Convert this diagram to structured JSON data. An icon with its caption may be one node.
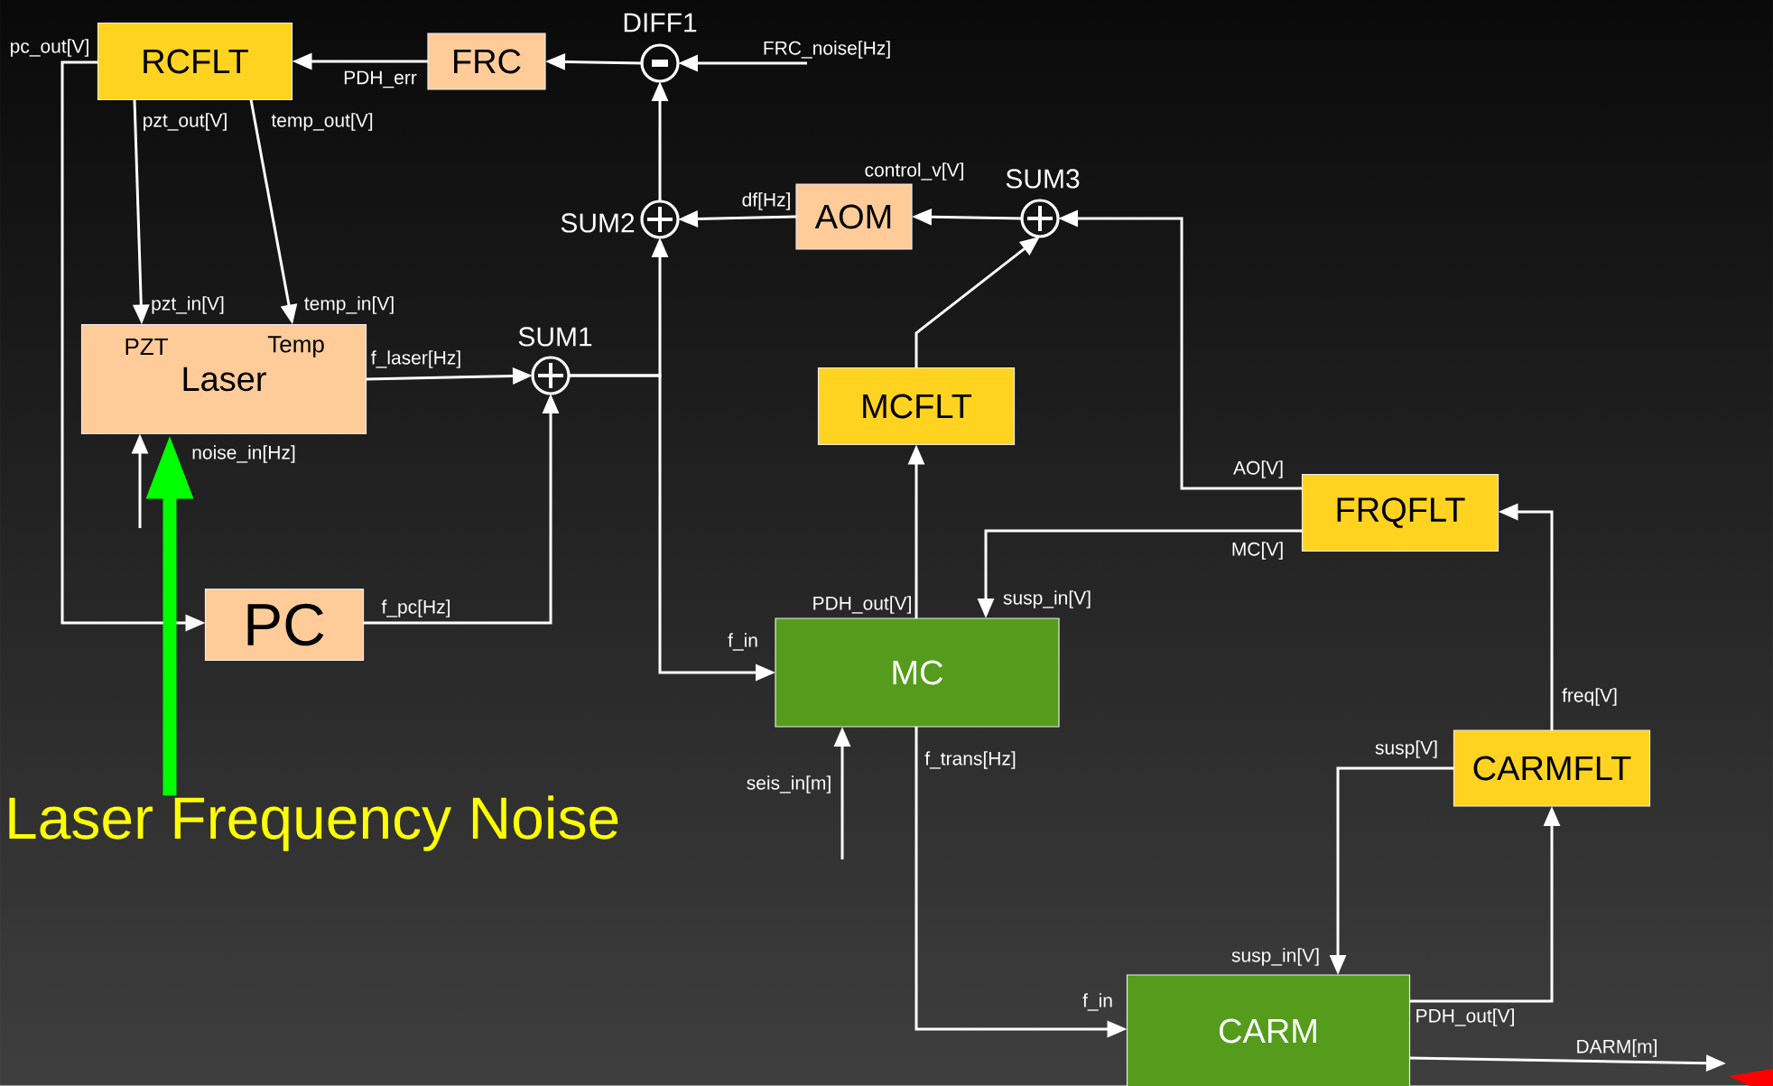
{
  "diagram": {
    "nodes": [
      {
        "text": [
          "RCFLT"
        ]
      },
      {
        "text": [
          "FRC"
        ]
      },
      {
        "text": [
          "DIFF1"
        ]
      },
      {
        "text": [
          "AOM"
        ]
      },
      {
        "text": [
          "SUM2"
        ]
      },
      {
        "text": [
          "SUM3"
        ]
      },
      {
        "text": [
          "PZT",
          "Temp",
          "Laser"
        ]
      },
      {
        "text": [
          "SUM1"
        ]
      },
      {
        "text": [
          "MCFLT"
        ]
      },
      {
        "text": [
          "FRQFLT"
        ]
      },
      {
        "text": [
          "PC"
        ]
      },
      {
        "text": [
          "MC"
        ]
      },
      {
        "text": [
          "CARMFLT"
        ]
      },
      {
        "text": [
          "CARM"
        ]
      },
      {
        "text": [
          "Laser Frequency Noise"
        ]
      }
    ],
    "edges": [
      {
        "from": 1,
        "to": 0,
        "arrow": "to",
        "label": "PDH_err"
      },
      {
        "from": 2,
        "to": 1,
        "arrow": "to"
      },
      {
        "from": null,
        "to": 2,
        "arrow": "to",
        "label": "FRC_noise[Hz]"
      },
      {
        "from": 4,
        "to": 2,
        "arrow": "to"
      },
      {
        "from": 3,
        "to": 4,
        "arrow": "to",
        "label": "df[Hz]"
      },
      {
        "from": 5,
        "to": 3,
        "arrow": "to",
        "label": "control_v[V]"
      },
      {
        "from": 8,
        "to": 5,
        "arrow": "to"
      },
      {
        "from": 9,
        "to": 5,
        "arrow": "to",
        "label": "AO[V]"
      },
      {
        "from": 9,
        "to": 11,
        "arrow": "to",
        "label": "MC[V]"
      },
      {
        "from": 0,
        "to": 6,
        "arrow": "to",
        "label": "pzt_out[V]"
      },
      {
        "from": 0,
        "to": 6,
        "arrow": "to",
        "label": "temp_out[V]"
      },
      {
        "from": 0,
        "to": 10,
        "arrow": "to",
        "label": "pc_out[V]"
      },
      {
        "from": 6,
        "to": 7,
        "arrow": "to",
        "label": "f_laser[Hz]"
      },
      {
        "from": null,
        "to": 6,
        "arrow": "to",
        "label": "noise_in[Hz]"
      },
      {
        "from": 14,
        "to": 6,
        "arrow": "to",
        "style": "thick",
        "color": "#00ff00"
      },
      {
        "from": 10,
        "to": 7,
        "arrow": "to",
        "label": "f_pc[Hz]"
      },
      {
        "from": 7,
        "to": 4,
        "arrow": "to"
      },
      {
        "from": 7,
        "to": 11,
        "arrow": "to"
      },
      {
        "from": 11,
        "to": 8,
        "arrow": "to",
        "label": "PDH_out[V]"
      },
      {
        "from": null,
        "to": 11,
        "arrow": "to",
        "label": "seis_in[m]"
      },
      {
        "from": 11,
        "to": 13,
        "arrow": "to",
        "label": "f_trans[Hz]"
      },
      {
        "from": 12,
        "to": 9,
        "arrow": "to",
        "label": "freq[V]"
      },
      {
        "from": 12,
        "to": 13,
        "arrow": "to",
        "label": "susp[V]"
      },
      {
        "from": 13,
        "to": 12,
        "arrow": "to",
        "label": "PDH_out[V]"
      },
      {
        "from": 13,
        "to": null,
        "arrow": "to",
        "label": "DARM[m]"
      }
    ],
    "labels": [
      "pzt_in[V]",
      "temp_in[V]",
      "susp_in[V]",
      "f_in",
      "susp_in[V]",
      "f_in"
    ]
  }
}
